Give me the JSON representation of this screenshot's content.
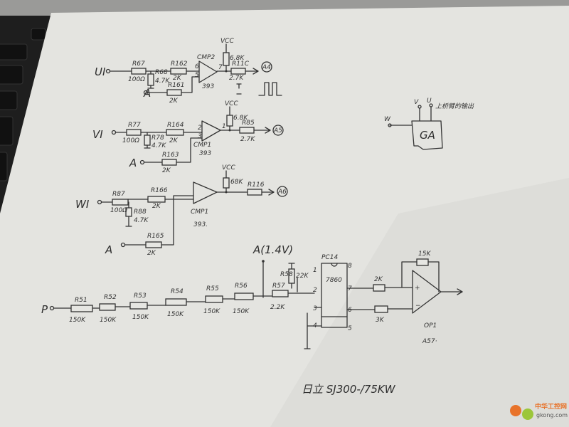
{
  "stage_ui": {
    "input": "UI",
    "r_in": "R67",
    "r_in_val": "100Ω",
    "r_shunt": "R68",
    "r_shunt_val": "4.7K",
    "r_series": "R162",
    "r_series_val": "2K",
    "comparator": "CMP2",
    "comparator_part": "393",
    "ref_input": "A",
    "r_ref": "R161",
    "r_ref_val": "2K",
    "vcc": "VCC",
    "pullup_val": "6.8K",
    "r_out": "R11C",
    "r_out_val": "2.7K",
    "output": "A4",
    "pin_minus": "6",
    "pin_plus": "5",
    "pin_out": "7"
  },
  "stage_vi": {
    "input": "VI",
    "r_in": "R77",
    "r_in_val": "100Ω",
    "r_shunt": "R78",
    "r_shunt_val": "4.7K",
    "r_series": "R164",
    "r_series_val": "2K",
    "comparator": "CMP1",
    "comparator_part": "393",
    "ref_input": "A",
    "r_ref": "R163",
    "r_ref_val": "2K",
    "vcc": "VCC",
    "pullup_val": "6.8K",
    "r_out": "R85",
    "r_out_val": "2.7K",
    "output": "A5",
    "pin_minus": "2",
    "pin_plus": "3",
    "pin_out": "1"
  },
  "stage_wi": {
    "input": "WI",
    "r_in": "R87",
    "r_in_val": "100Ω",
    "r_shunt": "R88",
    "r_shunt_val": "4.7K",
    "r_series": "R166",
    "r_series_val": "2K",
    "comparator": "CMP1",
    "comparator_part": "393.",
    "ref_input": "A",
    "r_ref": "R165",
    "r_ref_val": "2K",
    "vcc": "VCC",
    "pullup_val": "68K",
    "r_out": "R116",
    "output": "A6"
  },
  "divider": {
    "input": "P",
    "resistors": [
      {
        "name": "R51",
        "value": "150K"
      },
      {
        "name": "R52",
        "value": "150K"
      },
      {
        "name": "R53",
        "value": "150K"
      },
      {
        "name": "R54",
        "value": "150K"
      },
      {
        "name": "R55",
        "value": "150K"
      },
      {
        "name": "R56",
        "value": "150K"
      },
      {
        "name": "R57",
        "value": "2.2K"
      }
    ],
    "ref": "A(1.4V)",
    "r_top": "R58",
    "r_top_val": "22K",
    "optocoupler": "PC14",
    "optocoupler_part": "7860",
    "pins": {
      "p1": "1",
      "p2": "2",
      "p3": "3",
      "p4": "4",
      "p5": "5",
      "p6": "6",
      "p7": "7",
      "p8": "8"
    },
    "r_plus": "2K",
    "r_minus": "3K",
    "r_feedback": "15K",
    "opamp": "OP1",
    "opamp_part": "A57·"
  },
  "module": {
    "name": "GA",
    "w": "W",
    "v": "V",
    "u": "U",
    "note": "上桥臂的输出"
  },
  "footer_note": "日立 SJ300-/75KW",
  "watermark": {
    "cn": "中华工控网",
    "url": "gkong.com"
  }
}
